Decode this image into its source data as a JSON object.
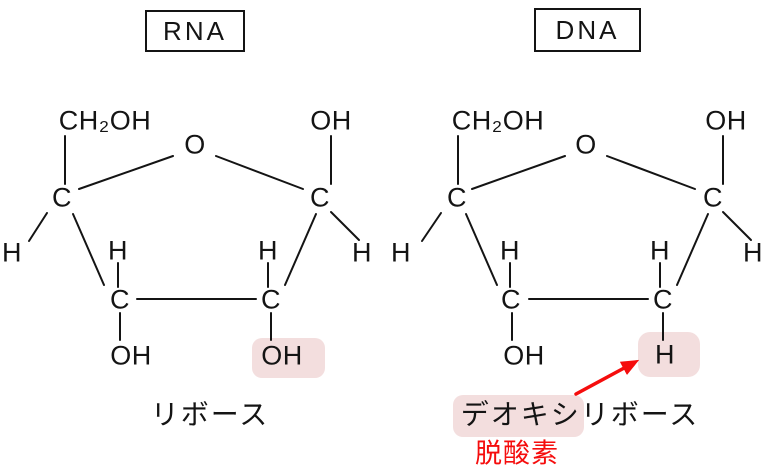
{
  "colors": {
    "ink": "#141414",
    "highlight_pink": "#f3dede",
    "annotation_red": "#f50d0d"
  },
  "rna": {
    "title": "RNA",
    "label": "リボース",
    "atoms": {
      "ch2oh": "CH₂OH",
      "ring_o": "O",
      "oh_top_right": "OH",
      "c_top_left": "C",
      "c_top_right": "C",
      "c_bottom_left": "C",
      "c_bottom_right": "C",
      "h_outer_left": "H",
      "h_inner_left": "H",
      "h_inner_right": "H",
      "h_outer_right": "H",
      "oh_bottom_left": "OH",
      "oh_bottom_right": "OH"
    }
  },
  "dna": {
    "title": "DNA",
    "label": "デオキシリボース",
    "annotation": "脱酸素",
    "atoms": {
      "ch2oh": "CH₂OH",
      "ring_o": "O",
      "oh_top_right": "OH",
      "c_top_left": "C",
      "c_top_right": "C",
      "c_bottom_left": "C",
      "c_bottom_right": "C",
      "h_outer_left": "H",
      "h_inner_left": "H",
      "h_inner_right": "H",
      "h_outer_right": "H",
      "oh_bottom_left": "OH",
      "h_bottom_right": "H"
    }
  }
}
